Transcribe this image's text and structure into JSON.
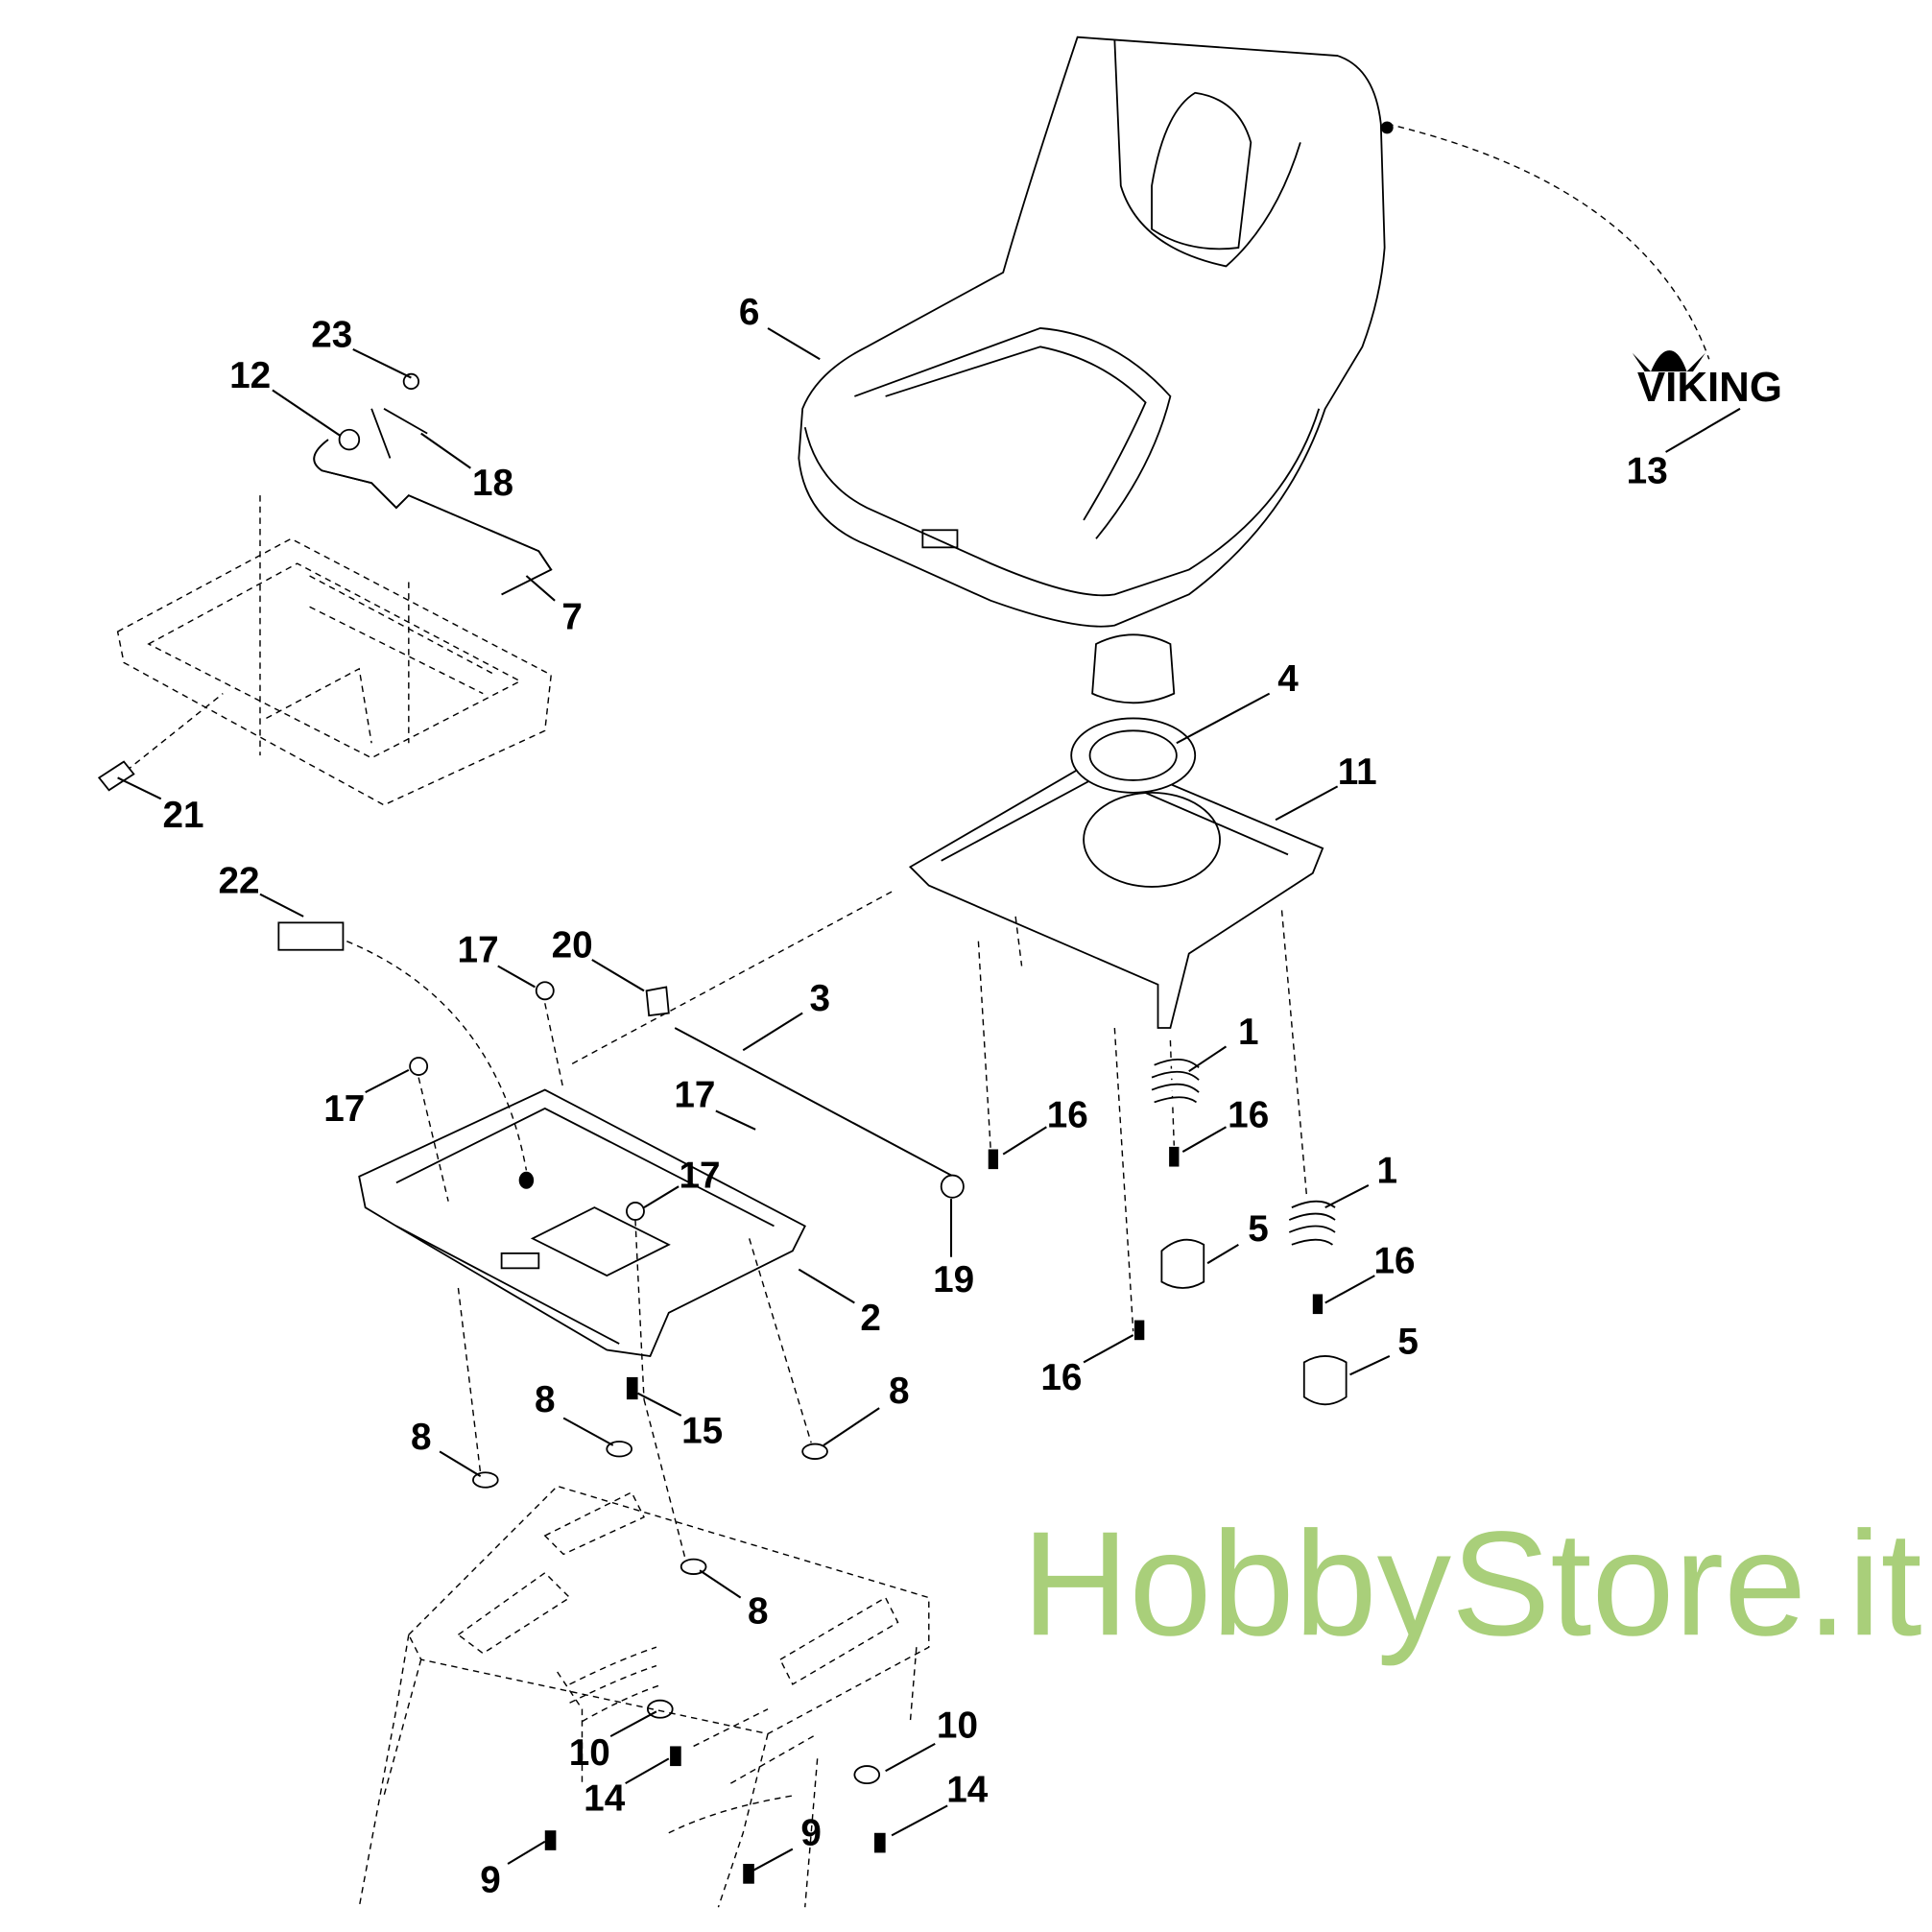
{
  "diagram": {
    "title": "Seat assembly exploded parts diagram",
    "brand_logo": "VIKING",
    "watermark": "HobbyStore.it",
    "watermark_color": "#a9cf7a",
    "callouts": [
      "23",
      "12",
      "18",
      "7",
      "21",
      "6",
      "13",
      "4",
      "11",
      "22",
      "17",
      "20",
      "3",
      "17",
      "17",
      "17",
      "1",
      "16",
      "16",
      "1",
      "5",
      "16",
      "19",
      "2",
      "16",
      "5",
      "8",
      "8",
      "15",
      "8",
      "8",
      "10",
      "14",
      "10",
      "14",
      "9",
      "9"
    ]
  }
}
